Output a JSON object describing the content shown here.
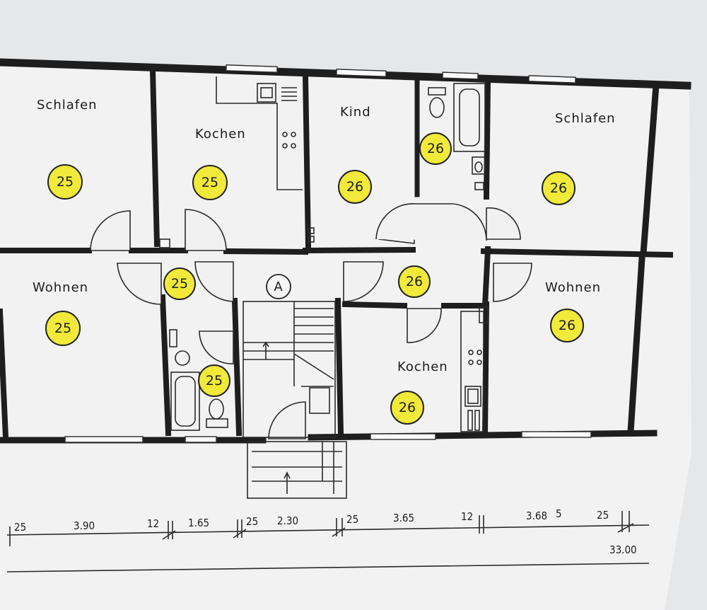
{
  "rooms": {
    "schlafen_left": "Schlafen",
    "kochen_top": "Kochen",
    "kind": "Kind",
    "schlafen_right": "Schlafen",
    "wohnen_left": "Wohnen",
    "wohnen_right": "Wohnen",
    "kochen_bottom": "Kochen",
    "stair_marker": "A"
  },
  "badges": [
    {
      "id": "schlafen-left",
      "label": "25"
    },
    {
      "id": "kochen-top",
      "label": "25"
    },
    {
      "id": "kind",
      "label": "26"
    },
    {
      "id": "bath-top",
      "label": "26"
    },
    {
      "id": "schlafen-right",
      "label": "26"
    },
    {
      "id": "flur-left",
      "label": "25"
    },
    {
      "id": "flur-right",
      "label": "26"
    },
    {
      "id": "wohnen-left",
      "label": "25"
    },
    {
      "id": "bath-bottom",
      "label": "25"
    },
    {
      "id": "kochen-bottom",
      "label": "26"
    },
    {
      "id": "wohnen-right",
      "label": "26"
    }
  ],
  "dimensions": {
    "d1": "25",
    "d2": "3.90",
    "d3": "12",
    "d4": "1.65",
    "d5": "25",
    "d6": "2.30",
    "d7": "25",
    "d8": "3.65",
    "d9": "12",
    "d10": "3.68",
    "d10b": "5",
    "d11": "25",
    "total": "33.00"
  }
}
